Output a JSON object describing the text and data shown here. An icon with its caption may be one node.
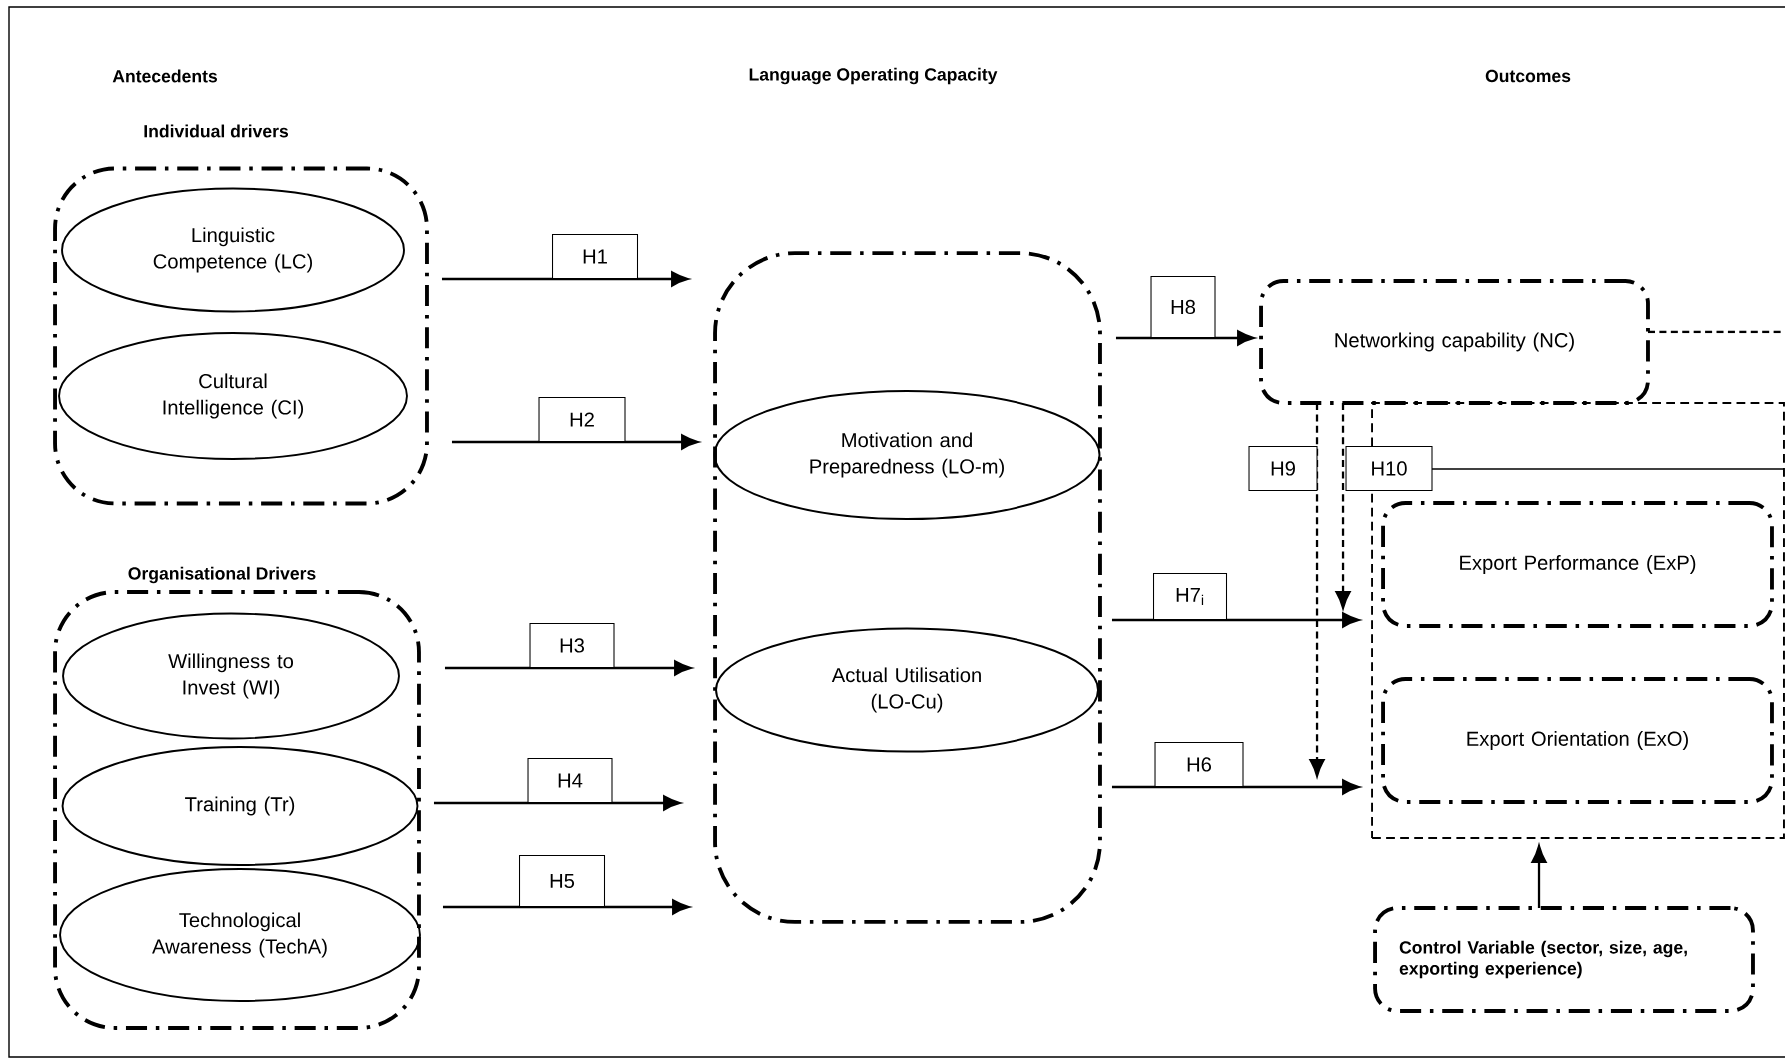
{
  "diagram": {
    "nodes": [
      {
        "text": [
          "Individual drivers"
        ]
      },
      {
        "text": [
          "Linguistic Competence (LC)"
        ],
        "in": 0
      },
      {
        "text": [
          "Cultural Intelligence (CI)"
        ],
        "in": 0
      },
      {
        "text": [
          "Organisational Drivers"
        ]
      },
      {
        "text": [
          "Willingness to Invest (WI)"
        ],
        "in": 3
      },
      {
        "text": [
          "Training (Tr)"
        ],
        "in": 3
      },
      {
        "text": [
          "Technological Awareness (TechA)"
        ],
        "in": 3
      },
      {
        "text": [],
        "shape": "box"
      },
      {
        "text": [
          "Motivation and Preparedness (LO-m)"
        ],
        "in": 7
      },
      {
        "text": [
          "Actual Utilisation (LO-Cu)"
        ],
        "in": 7
      },
      {
        "text": [
          "Networking capability (NC)"
        ]
      },
      {
        "text": [],
        "shape": "box"
      },
      {
        "text": [
          "Export Performance (ExP)"
        ],
        "in": 11
      },
      {
        "text": [
          "Export Orientation (ExO)"
        ],
        "in": 11
      },
      {
        "text": [
          "Control Variable (sector, size, age, exporting experience)"
        ]
      }
    ],
    "edges": [
      {
        "from": 1,
        "to": 7,
        "arrow": "to",
        "label": "H1"
      },
      {
        "from": 2,
        "to": 8,
        "arrow": "to",
        "label": "H2"
      },
      {
        "from": 4,
        "to": 9,
        "arrow": "to",
        "label": "H3"
      },
      {
        "from": 5,
        "to": 7,
        "arrow": "to",
        "label": "H4"
      },
      {
        "from": 6,
        "to": 7,
        "arrow": "to",
        "label": "H5"
      },
      {
        "from": 7,
        "to": 10,
        "arrow": "to",
        "label": "H8"
      },
      {
        "from": 7,
        "to": 12,
        "arrow": "to",
        "label": "H7$_{i}$"
      },
      {
        "from": 7,
        "to": 13,
        "arrow": "to",
        "label": "H6"
      },
      {
        "from": 10,
        "to": 13,
        "arrow": "to",
        "label": "H9",
        "style": "dashed"
      },
      {
        "from": 10,
        "to": 12,
        "arrow": "to",
        "label": "H10",
        "style": "dashed"
      },
      {
        "from": 10,
        "to": null,
        "arrow": "none",
        "style": "dashed"
      },
      {
        "from": 14,
        "to": 11,
        "arrow": "to"
      }
    ],
    "labels": [
      "Antecedents",
      "Language Operating Capacity",
      "Outcomes"
    ]
  }
}
